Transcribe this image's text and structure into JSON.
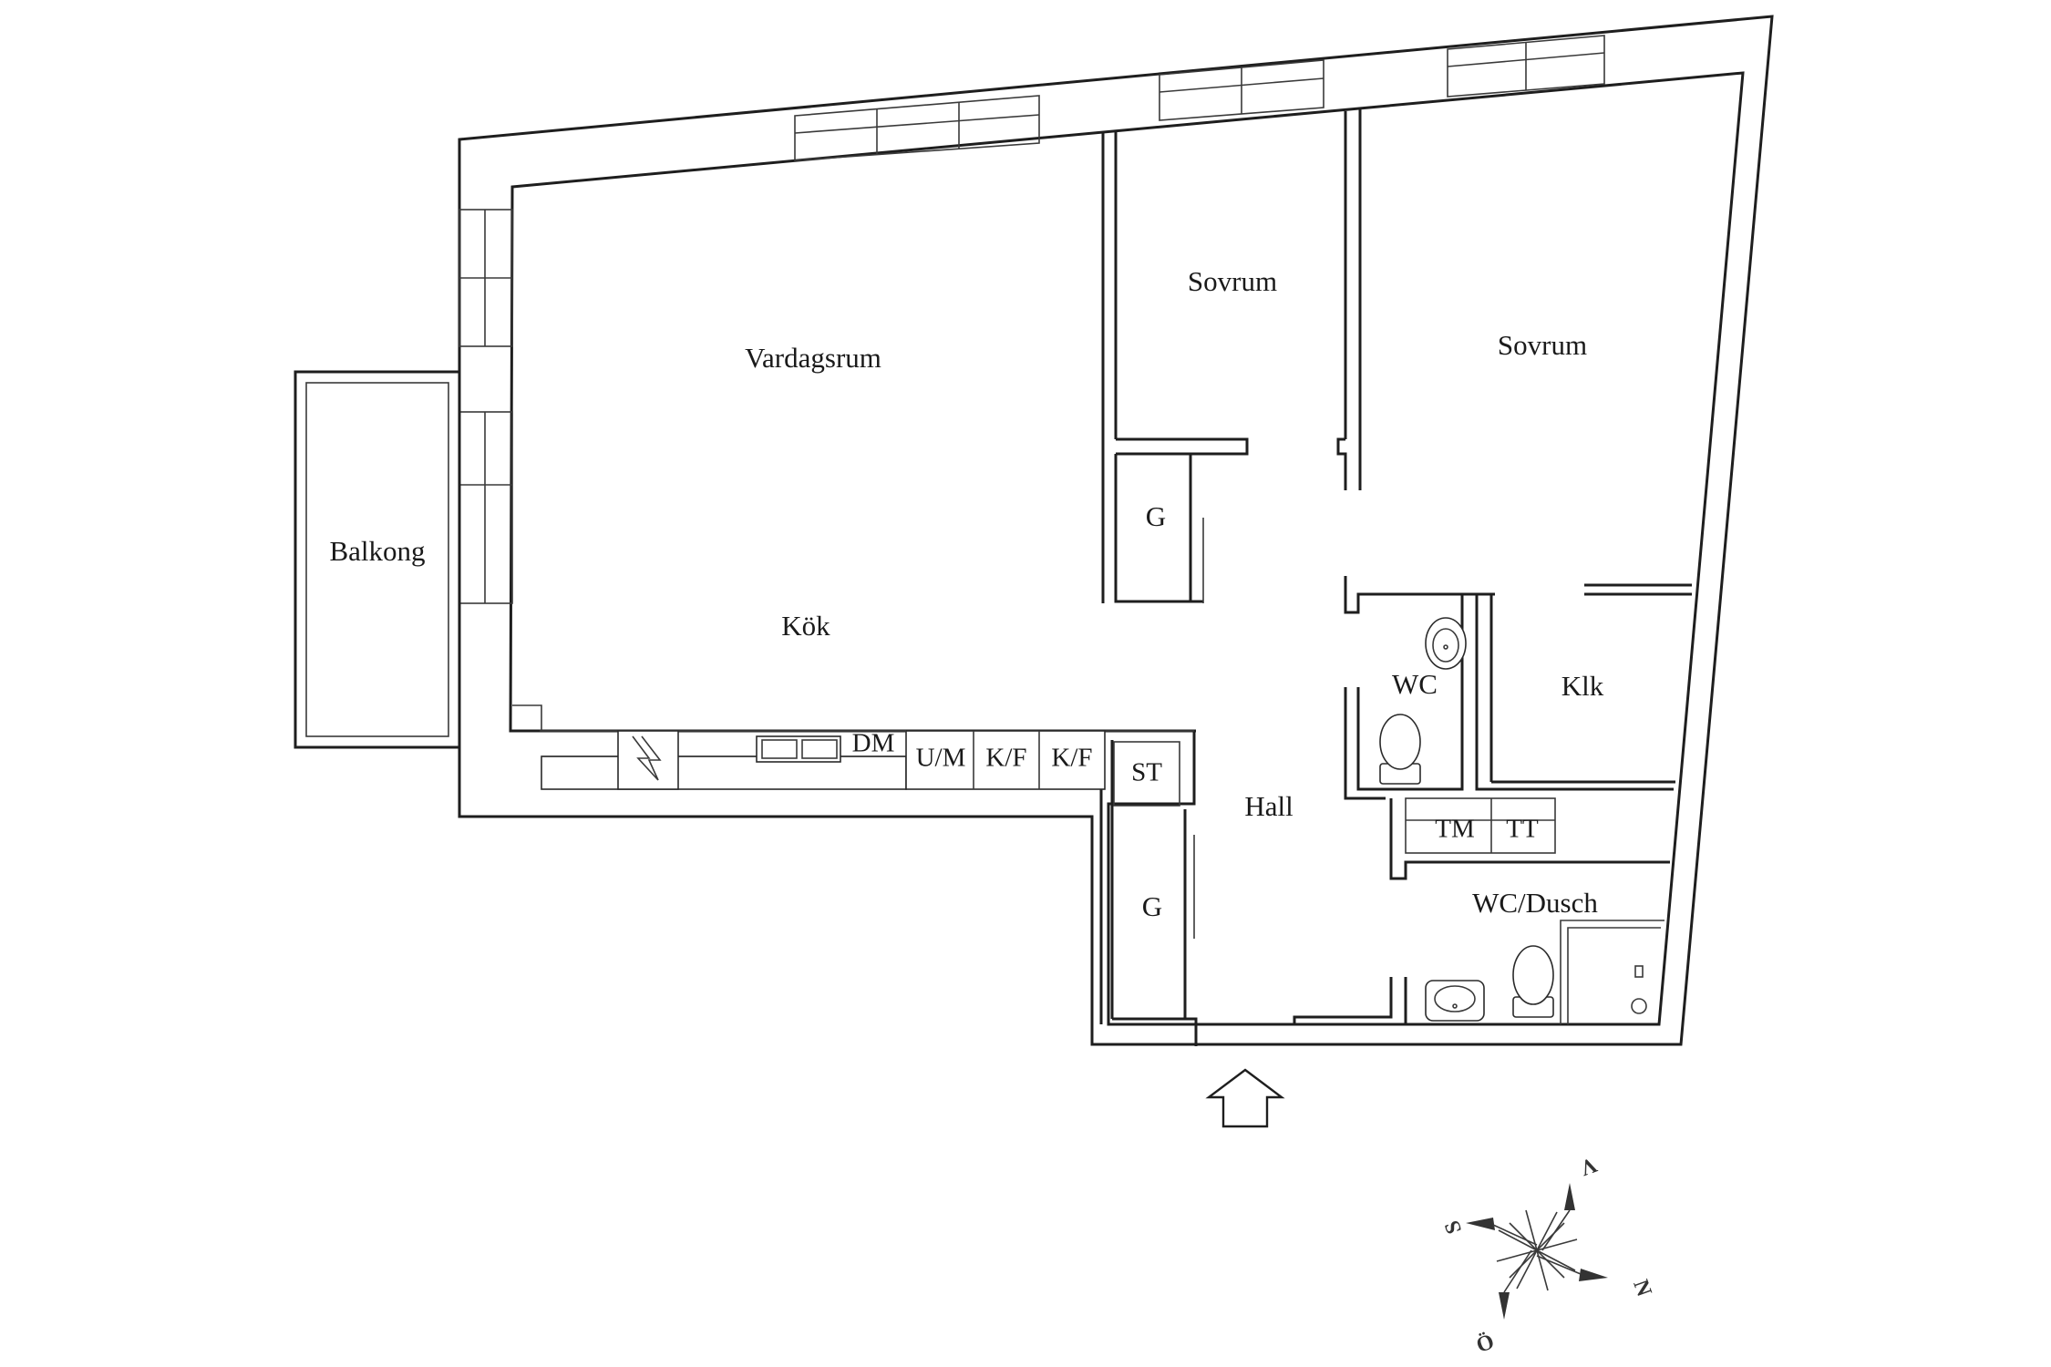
{
  "rooms": {
    "vardagsrum": "Vardagsrum",
    "kok": "Kök",
    "balkong": "Balkong",
    "sovrum_1": "Sovrum",
    "sovrum_2": "Sovrum",
    "hall": "Hall",
    "wc": "WC",
    "wc_dusch": "WC/Dusch",
    "klk": "Klk",
    "garderob_1": "G",
    "garderob_2": "G"
  },
  "appliances": {
    "dm": "DM",
    "um": "U/M",
    "kf_1": "K/F",
    "kf_2": "K/F",
    "st": "ST",
    "tm": "TM",
    "tt": "TT"
  },
  "compass": {
    "n": "N",
    "s": "S",
    "v": "V",
    "o": "Ö"
  },
  "icons": {
    "entrance": "entrance-arrow-icon",
    "compass": "compass-rose-icon",
    "toilet": "toilet-icon",
    "sink": "sink-icon",
    "stove": "stove-icon"
  }
}
